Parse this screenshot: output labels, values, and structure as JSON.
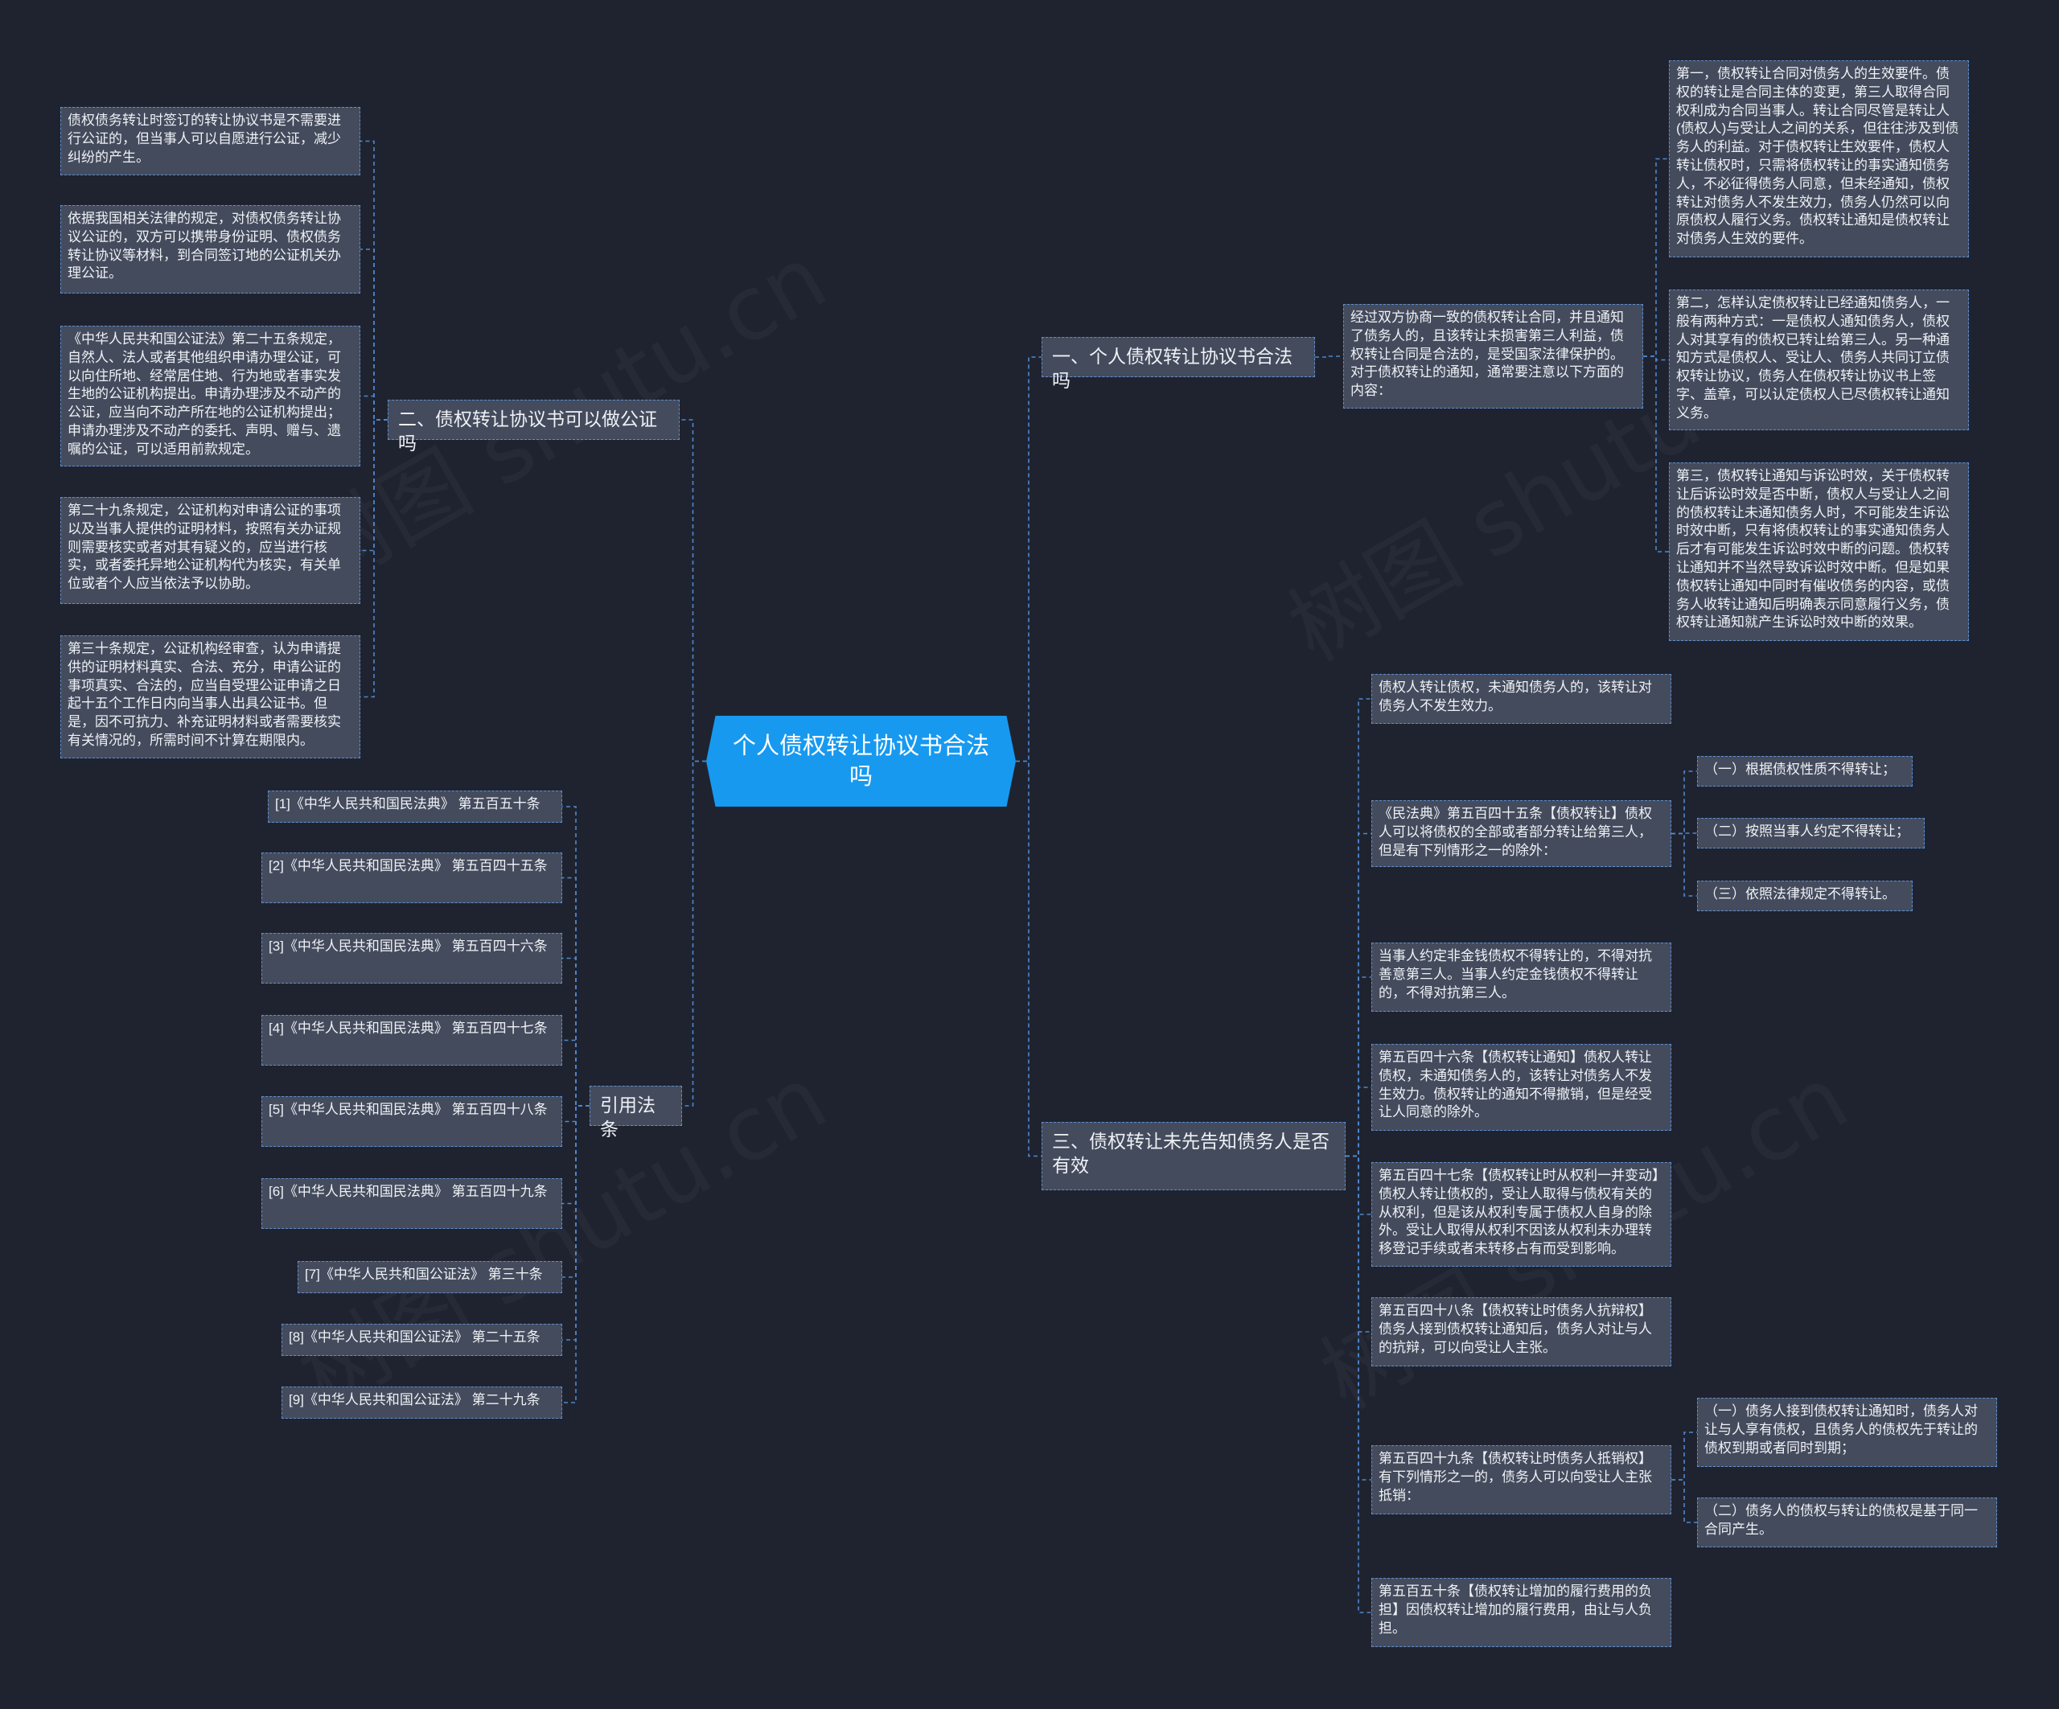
{
  "colors": {
    "background": "#1f2330",
    "node_fill": "#444b5c",
    "node_border": "#5c8fd0",
    "root_fill": "#1799f0",
    "link": "#4f87cc",
    "text": "#eef1f6"
  },
  "watermarks": [
    "树图 shutu.cn",
    "树图 shutu.cn",
    "树图 shutu.cn",
    "树图 shutu.cn"
  ],
  "root": {
    "text": "个人债权转让协议书合法吗"
  },
  "b1": {
    "title": "一、个人债权转让协议书合法吗",
    "intro": "经过双方协商一致的债权转让合同，并且通知了债务人的，且该转让未损害第三人利益，债权转让合同是合法的，是受国家法律保护的。对于债权转让的通知，通常要注意以下方面的内容：",
    "points": [
      "第一，债权转让合同对债务人的生效要件。债权的转让是合同主体的变更，第三人取得合同权利成为合同当事人。转让合同尽管是转让人(债权人)与受让人之间的关系，但往往涉及到债务人的利益。对于债权转让生效要件，债权人转让债权时，只需将债权转让的事实通知债务人，不必征得债务人同意，但未经通知，债权转让对债务人不发生效力，债务人仍然可以向原债权人履行义务。债权转让通知是债权转让对债务人生效的要件。",
      "第二，怎样认定债权转让已经通知债务人，一般有两种方式：一是债权人通知债务人，债权人对其享有的债权已转让给第三人。另一种通知方式是债权人、受让人、债务人共同订立债权转让协议，债务人在债权转让协议书上签字、盖章，可以认定债权人已尽债权转让通知义务。",
      "第三，债权转让通知与诉讼时效，关于债权转让后诉讼时效是否中断，债权人与受让人之间的债权转让未通知债务人时，不可能发生诉讼时效中断，只有将债权转让的事实通知债务人后才有可能发生诉讼时效中断的问题。债权转让通知并不当然导致诉讼时效中断。但是如果债权转让通知中同时有催收债务的内容，或债务人收转让通知后明确表示同意履行义务，债权转让通知就产生诉讼时效中断的效果。"
    ]
  },
  "b2": {
    "title": "二、债权转让协议书可以做公证吗",
    "items": [
      "债权债务转让时签订的转让协议书是不需要进行公证的，但当事人可以自愿进行公证，减少纠纷的产生。",
      "依据我国相关法律的规定，对债权债务转让协议公证的，双方可以携带身份证明、债权债务转让协议等材料，到合同签订地的公证机关办理公证。",
      "《中华人民共和国公证法》第二十五条规定，自然人、法人或者其他组织申请办理公证，可以向住所地、经常居住地、行为地或者事实发生地的公证机构提出。申请办理涉及不动产的公证，应当向不动产所在地的公证机构提出；申请办理涉及不动产的委托、声明、赠与、遗嘱的公证，可以适用前款规定。",
      "第二十九条规定，公证机构对申请公证的事项以及当事人提供的证明材料，按照有关办证规则需要核实或者对其有疑义的，应当进行核实，或者委托异地公证机构代为核实，有关单位或者个人应当依法予以协助。",
      "第三十条规定，公证机构经审查，认为申请提供的证明材料真实、合法、充分，申请公证的事项真实、合法的，应当自受理公证申请之日起十五个工作日内向当事人出具公证书。但是，因不可抗力、补充证明材料或者需要核实有关情况的，所需时间不计算在期限内。"
    ]
  },
  "b3": {
    "title": "三、债权转让未先告知债务人是否有效",
    "items": [
      "债权人转让债权，未通知债务人的，该转让对债务人不发生效力。",
      "《民法典》第五百四十五条【债权转让】债权人可以将债权的全部或者部分转让给第三人，但是有下列情形之一的除外：",
      "当事人约定非金钱债权不得转让的，不得对抗善意第三人。当事人约定金钱债权不得转让的，不得对抗第三人。",
      "第五百四十六条【债权转让通知】债权人转让债权，未通知债务人的，该转让对债务人不发生效力。债权转让的通知不得撤销，但是经受让人同意的除外。",
      "第五百四十七条【债权转让时从权利一并变动】债权人转让债权的，受让人取得与债权有关的从权利，但是该从权利专属于债权人自身的除外。受让人取得从权利不因该从权利未办理转移登记手续或者未转移占有而受到影响。",
      "第五百四十八条【债权转让时债务人抗辩权】债务人接到债权转让通知后，债务人对让与人的抗辩，可以向受让人主张。",
      "第五百四十九条【债权转让时债务人抵销权】有下列情形之一的，债务人可以向受让人主张抵销：",
      "第五百五十条【债权转让增加的履行费用的负担】因债权转让增加的履行费用，由让与人负担。"
    ],
    "exceptions": [
      "（一）根据债权性质不得转让；",
      "（二）按照当事人约定不得转让；",
      "（三）依照法律规定不得转让。"
    ],
    "setoff": [
      "（一）债务人接到债权转让通知时，债务人对让与人享有债权，且债务人的债权先于转让的债权到期或者同时到期；",
      "（二）债务人的债权与转让的债权是基于同一合同产生。"
    ]
  },
  "b4": {
    "title": "引用法条",
    "refs": [
      "[1]《中华人民共和国民法典》 第五百五十条",
      "[2]《中华人民共和国民法典》 第五百四十五条",
      "[3]《中华人民共和国民法典》 第五百四十六条",
      "[4]《中华人民共和国民法典》 第五百四十七条",
      "[5]《中华人民共和国民法典》 第五百四十八条",
      "[6]《中华人民共和国民法典》 第五百四十九条",
      "[7]《中华人民共和国公证法》 第三十条",
      "[8]《中华人民共和国公证法》 第二十五条",
      "[9]《中华人民共和国公证法》 第二十九条"
    ]
  }
}
